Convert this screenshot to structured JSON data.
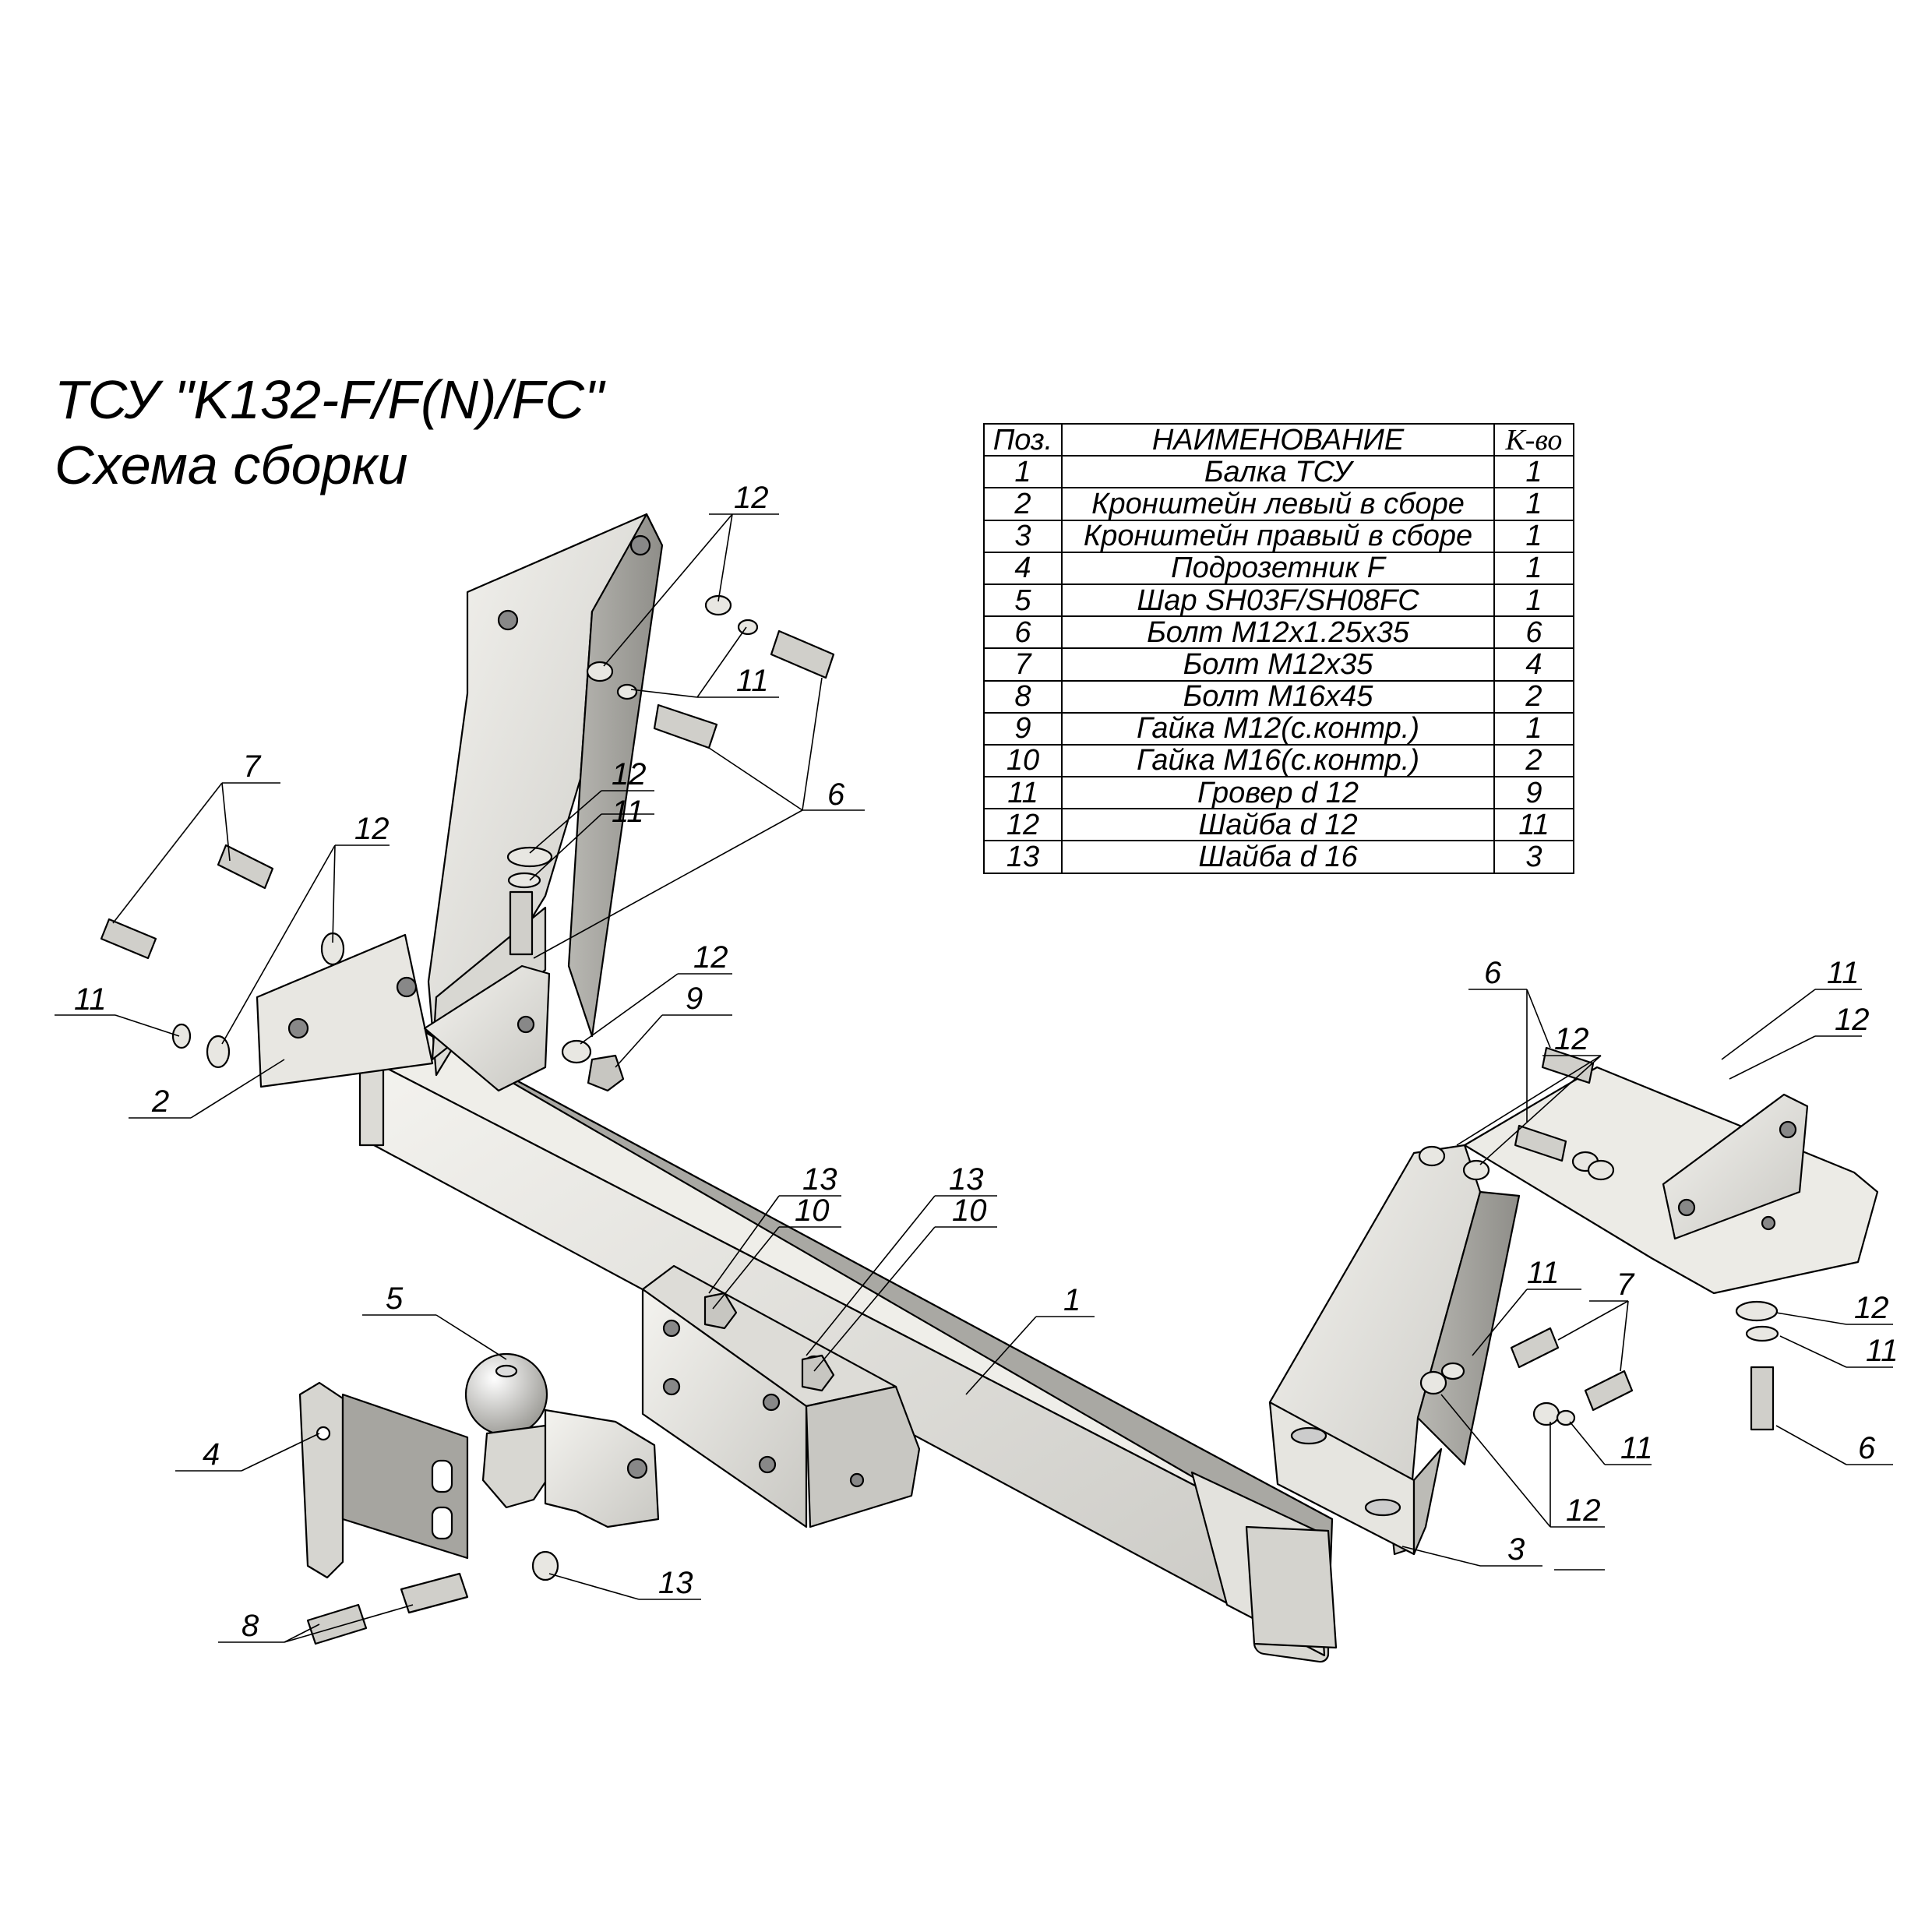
{
  "title": {
    "line1": "ТСУ \"K132-F/F(N)/FC\"",
    "line2": "Схема сборки"
  },
  "spec_table": {
    "headers": {
      "pos": "Поз.",
      "name": "НАИМЕНОВАНИЕ",
      "qty": "К-во"
    },
    "rows": [
      {
        "pos": "1",
        "name": "Балка ТСУ",
        "qty": "1"
      },
      {
        "pos": "2",
        "name": "Кронштейн левый в сборе",
        "qty": "1"
      },
      {
        "pos": "3",
        "name": "Кронштейн правый в сборе",
        "qty": "1"
      },
      {
        "pos": "4",
        "name": "Подрозетник F",
        "qty": "1"
      },
      {
        "pos": "5",
        "name": "Шар SH03F/SH08FC",
        "qty": "1"
      },
      {
        "pos": "6",
        "name": "Болт М12х1.25х35",
        "qty": "6"
      },
      {
        "pos": "7",
        "name": "Болт М12х35",
        "qty": "4"
      },
      {
        "pos": "8",
        "name": "Болт М16х45",
        "qty": "2"
      },
      {
        "pos": "9",
        "name": "Гайка М12(с.контр.)",
        "qty": "1"
      },
      {
        "pos": "10",
        "name": "Гайка  М16(с.контр.)",
        "qty": "2"
      },
      {
        "pos": "11",
        "name": "Гровер d 12",
        "qty": "9"
      },
      {
        "pos": "12",
        "name": "Шайба d 12",
        "qty": "11"
      },
      {
        "pos": "13",
        "name": "Шайба d 16",
        "qty": "3"
      }
    ]
  },
  "callouts": {
    "c12_top": "12",
    "c11_top": "11",
    "c6_top": "6",
    "c7_left": "7",
    "c12_left": "12",
    "c11_left": "11",
    "c2": "2",
    "c12_mid": "12",
    "c11_mid": "11",
    "c12_nut": "12",
    "c9": "9",
    "c13_a": "13",
    "c10_a": "10",
    "c13_b": "13",
    "c10_b": "10",
    "c1": "1",
    "c5": "5",
    "c4": "4",
    "c8": "8",
    "c13_ball": "13",
    "c6_right": "6",
    "c11_right_top": "11",
    "c12_right_top": "12",
    "c12_right_mid": "12",
    "c11_right_mid": "11",
    "c7_right": "7",
    "c12_right_low": "12",
    "c11_right_low": "11",
    "c6_right_low": "6",
    "c11_right_b": "11",
    "c12_right_b": "12",
    "c3": "3"
  }
}
